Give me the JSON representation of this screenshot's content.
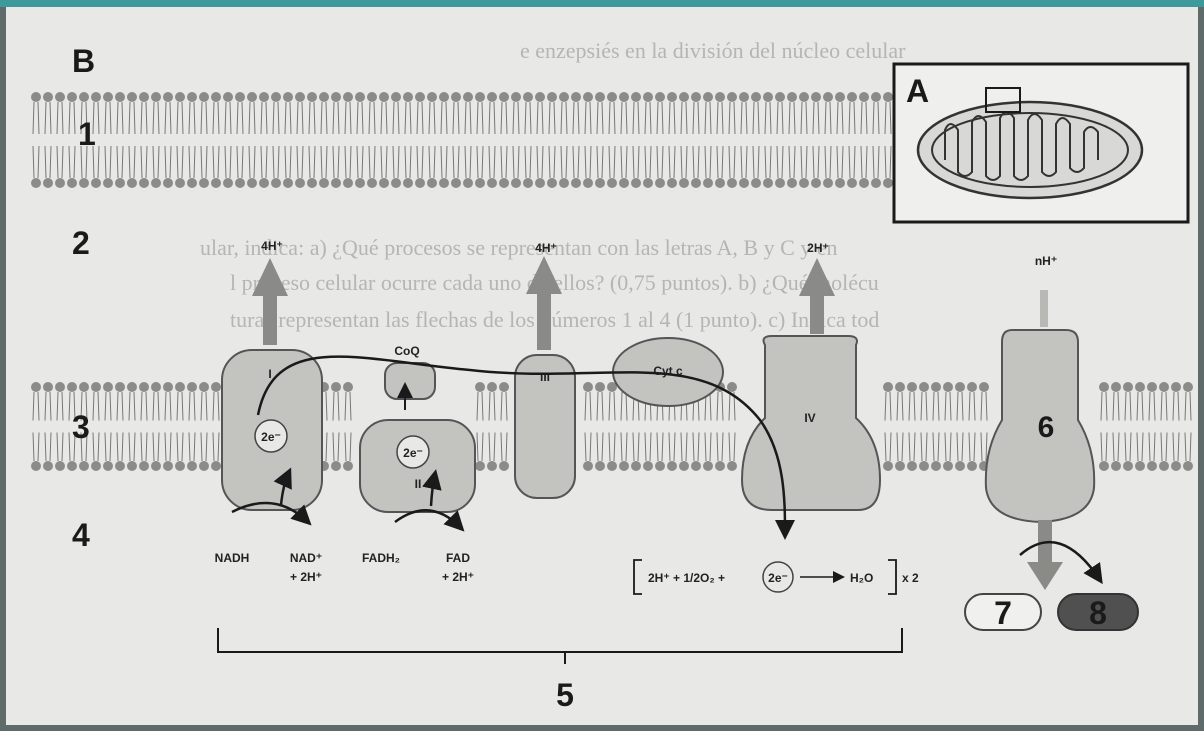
{
  "panel_letters": {
    "main": "B",
    "inset": "A"
  },
  "region_numbers": {
    "n1": "1",
    "n2": "2",
    "n3": "3",
    "n4": "4",
    "n5": "5",
    "n6": "6",
    "n7": "7",
    "n8": "8"
  },
  "proton_labels": {
    "complex_I": "4H⁺",
    "complex_III": "4H⁺",
    "complex_IV": "2H⁺",
    "synthase": "nH⁺"
  },
  "complex_labels": {
    "I": "I",
    "II": "II",
    "III": "III",
    "IV": "IV",
    "coq": "CoQ",
    "cytc": "Cyt c"
  },
  "electron_label": "2e⁻",
  "substrates": {
    "nadh": "NADH",
    "nad": "NAD⁺",
    "nad_h": "+ 2H⁺",
    "fadh2": "FADH₂",
    "fad": "FAD",
    "fad_h": "+ 2H⁺"
  },
  "water_reaction": {
    "left": "2H⁺ + 1/2O₂ +",
    "electrons": "2e⁻",
    "product": "H₂O",
    "multiplier": "x 2"
  },
  "background_text": [
    "e enzepsiés en la división del núcleo celular",
    "ular, indica: a) ¿Qué procesos se representan con las letras A, B y C y en",
    "l proceso celular ocurre cada uno de ellos? (0,75 puntos). b) ¿Qué molécu",
    "turas representan las flechas de los números 1 al 4 (1 punto). c) Indica tod"
  ],
  "colors": {
    "paper": "#e8e8e6",
    "protein": "#c3c3c0",
    "lipid_head": "#8b8b88",
    "arrow": "#8a8a87",
    "accent": "#3c9a9c",
    "dark_oval": "#505050"
  }
}
